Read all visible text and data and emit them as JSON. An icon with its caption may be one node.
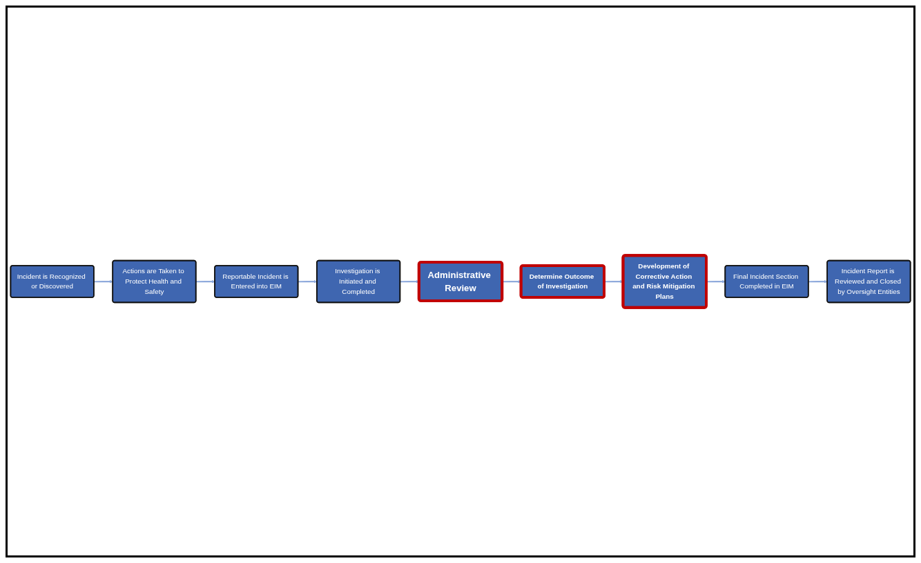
{
  "diagram": {
    "nodes": [
      {
        "text": [
          "Incident is Recognized or Discovered"
        ]
      },
      {
        "text": [
          "Actions are Taken to Protect Health and Safety"
        ]
      },
      {
        "text": [
          "Reportable Incident is Entered into EIM"
        ]
      },
      {
        "text": [
          "Investigation is Initiated and Completed"
        ]
      },
      {
        "text": [
          "Administrative Review"
        ]
      },
      {
        "text": [
          "Determine Outcome of Investigation"
        ]
      },
      {
        "text": [
          "Development of Corrective Action and Risk Mitigation Plans"
        ]
      },
      {
        "text": [
          "Final Incident Section Completed in EIM"
        ]
      },
      {
        "text": [
          "Incident Report is Reviewed and Closed by Oversight Entities"
        ]
      }
    ],
    "edges": [
      {
        "from": 0,
        "to": 1,
        "arrow": "to"
      },
      {
        "from": 1,
        "to": 2,
        "arrow": "to"
      },
      {
        "from": 2,
        "to": 3,
        "arrow": "to"
      },
      {
        "from": 3,
        "to": 4,
        "arrow": "to"
      },
      {
        "from": 4,
        "to": 5,
        "arrow": "to"
      },
      {
        "from": 5,
        "to": 6,
        "arrow": "to"
      },
      {
        "from": 6,
        "to": 7,
        "arrow": "to"
      },
      {
        "from": 7,
        "to": 8,
        "arrow": "to"
      }
    ]
  }
}
